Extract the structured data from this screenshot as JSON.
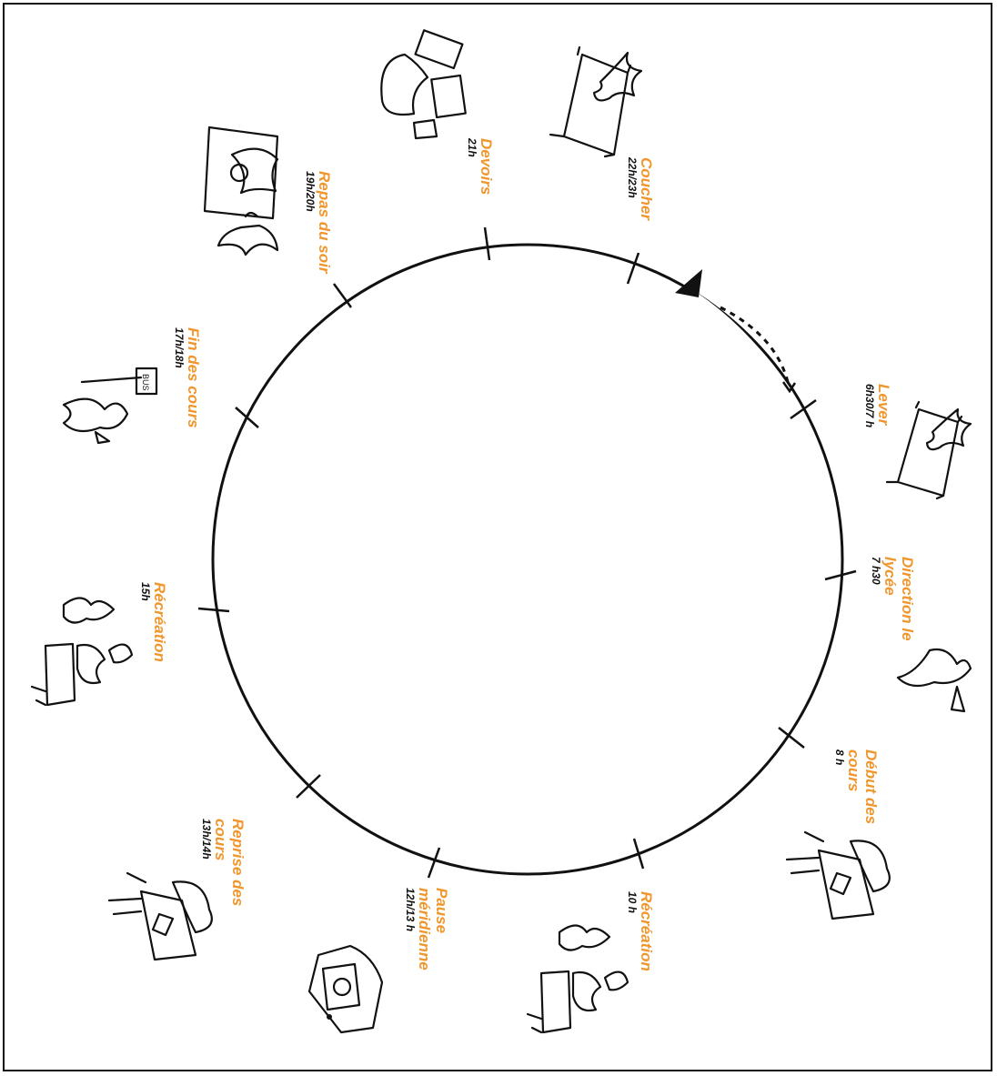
{
  "colors": {
    "accent": "#f0962d",
    "stroke": "#111111"
  },
  "steps": [
    {
      "id": "lever",
      "title": "Lever",
      "time": "6h30/7 h",
      "icon": "bed-icon"
    },
    {
      "id": "direction",
      "title": "Direction le lycée",
      "time": "7 h30",
      "icon": "walking-person-icon"
    },
    {
      "id": "debut",
      "title": "Début des cours",
      "time": "8 h",
      "icon": "desk-student-icon"
    },
    {
      "id": "recre1",
      "title": "Récréation",
      "time": "10 h",
      "icon": "playground-group-icon"
    },
    {
      "id": "pause",
      "title": "Pause méridienne",
      "time": "12h/13 h",
      "icon": "lunch-icon"
    },
    {
      "id": "reprise",
      "title": "Reprise des cours",
      "time": "13h/14h",
      "icon": "desk-student-icon"
    },
    {
      "id": "recre2",
      "title": "Récréation",
      "time": "15h",
      "icon": "playground-group-icon"
    },
    {
      "id": "fin",
      "title": "Fin des cours",
      "time": "17h/18h",
      "icon": "bus-stop-icon"
    },
    {
      "id": "repas",
      "title": "Repas du soir",
      "time": "19h/20h",
      "icon": "dinner-table-icon"
    },
    {
      "id": "devoirs",
      "title": "Devoirs",
      "time": "21h",
      "icon": "homework-icon"
    },
    {
      "id": "coucher",
      "title": "Coucher",
      "time": "22h/23h",
      "icon": "bed-icon"
    }
  ]
}
